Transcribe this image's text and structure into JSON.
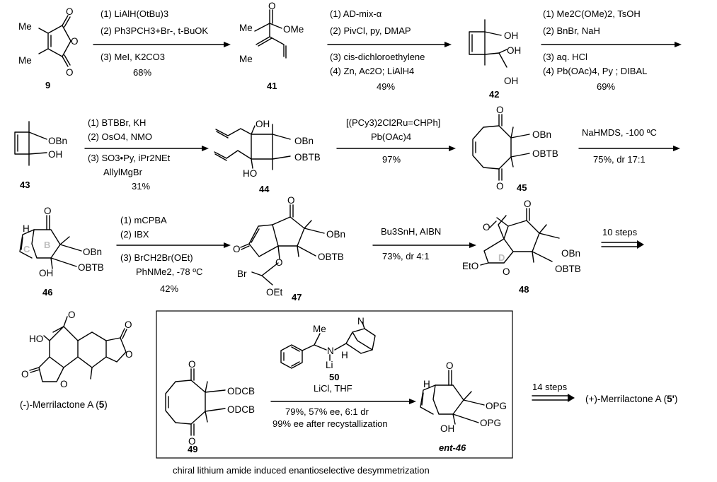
{
  "compounds": {
    "c9": {
      "number": "9",
      "labels": [
        "Me",
        "Me",
        "O",
        "O",
        "O"
      ]
    },
    "c41": {
      "number": "41",
      "labels": [
        "Me",
        "OMe",
        "O",
        "Me"
      ]
    },
    "c42": {
      "number": "42",
      "labels": [
        "OH",
        "OH",
        "OH"
      ]
    },
    "c43": {
      "number": "43",
      "labels": [
        "OBn",
        "OH"
      ]
    },
    "c44": {
      "number": "44",
      "labels": [
        "OH",
        "OBn",
        "OBTB",
        "HO"
      ]
    },
    "c45": {
      "number": "45",
      "labels": [
        "O",
        "OBn",
        "OBTB",
        "O"
      ]
    },
    "c46": {
      "number": "46",
      "labels": [
        "O",
        "H",
        "OBn",
        "OBTB",
        "OH",
        "C",
        "B"
      ]
    },
    "c47": {
      "number": "47",
      "labels": [
        "O",
        "O",
        "OBn",
        "OBTB",
        "O",
        "Br",
        "OEt"
      ]
    },
    "c48": {
      "number": "48",
      "labels": [
        "O",
        "O",
        "OBn",
        "OBTB",
        "EtO",
        "O",
        "D"
      ]
    },
    "c5": {
      "name": "(-)-Merrilactone A (",
      "number": "5",
      "close": ")",
      "labels": [
        "HO",
        "O",
        "O",
        "O",
        "O",
        "O"
      ]
    },
    "c49": {
      "number": "49",
      "labels": [
        "O",
        "ODCB",
        "ODCB",
        "O"
      ]
    },
    "c50": {
      "number": "50",
      "labels": [
        "Me",
        "N",
        "N",
        "Li",
        "H"
      ]
    },
    "ent46": {
      "number": "ent-46",
      "labels": [
        "O",
        "H",
        "OPG",
        "OPG",
        "OH"
      ]
    }
  },
  "steps": {
    "s1": {
      "lines": [
        "(1) LiAlH(OtBu)3",
        "(2) Ph3PCH3+Br-, t-BuOK",
        "(3) MeI, K2CO3",
        "68%"
      ]
    },
    "s2": {
      "lines": [
        "(1) AD-mix-α",
        "(2) PivCl, py, DMAP",
        "(3) cis-dichloroethylene",
        "(4) Zn, Ac2O; LiAlH4",
        "49%"
      ]
    },
    "s3": {
      "lines": [
        "(1) Me2C(OMe)2, TsOH",
        "(2) BnBr, NaH",
        "(3) aq. HCl",
        "(4) Pb(OAc)4, Py ; DIBAL",
        "69%"
      ]
    },
    "s4": {
      "lines": [
        "(1)  BTBBr, KH",
        "(2) OsO4, NMO",
        "(3) SO3•Py, iPr2NEt",
        "AllylMgBr",
        "31%"
      ]
    },
    "s5": {
      "lines": [
        "[(PCy3)2Cl2Ru=CHPh]",
        "Pb(OAc)4",
        "97%"
      ]
    },
    "s6": {
      "lines": [
        "NaHMDS, -100 ºC",
        "75%, dr 17:1"
      ]
    },
    "s7": {
      "lines": [
        "(1)  mCPBA",
        "(2) IBX",
        "(3) BrCH2Br(OEt)",
        "PhNMe2, -78 ºC",
        "42%"
      ]
    },
    "s8": {
      "lines": [
        "Bu3SnH, AIBN",
        "73%, dr 4:1"
      ]
    },
    "s9": {
      "lines": [
        "10 steps"
      ]
    },
    "s10": {
      "lines": [
        "LiCl, THF",
        "79%, 57% ee, 6:1 dr",
        "99% ee after recystallization"
      ]
    },
    "s11": {
      "lines": [
        "14 steps"
      ]
    }
  },
  "final_product": {
    "name": "(+)-Merrilactone A (",
    "number": "5'",
    "close": ")"
  },
  "caption": "chiral lithium amide induced enantioselective desymmetrization"
}
